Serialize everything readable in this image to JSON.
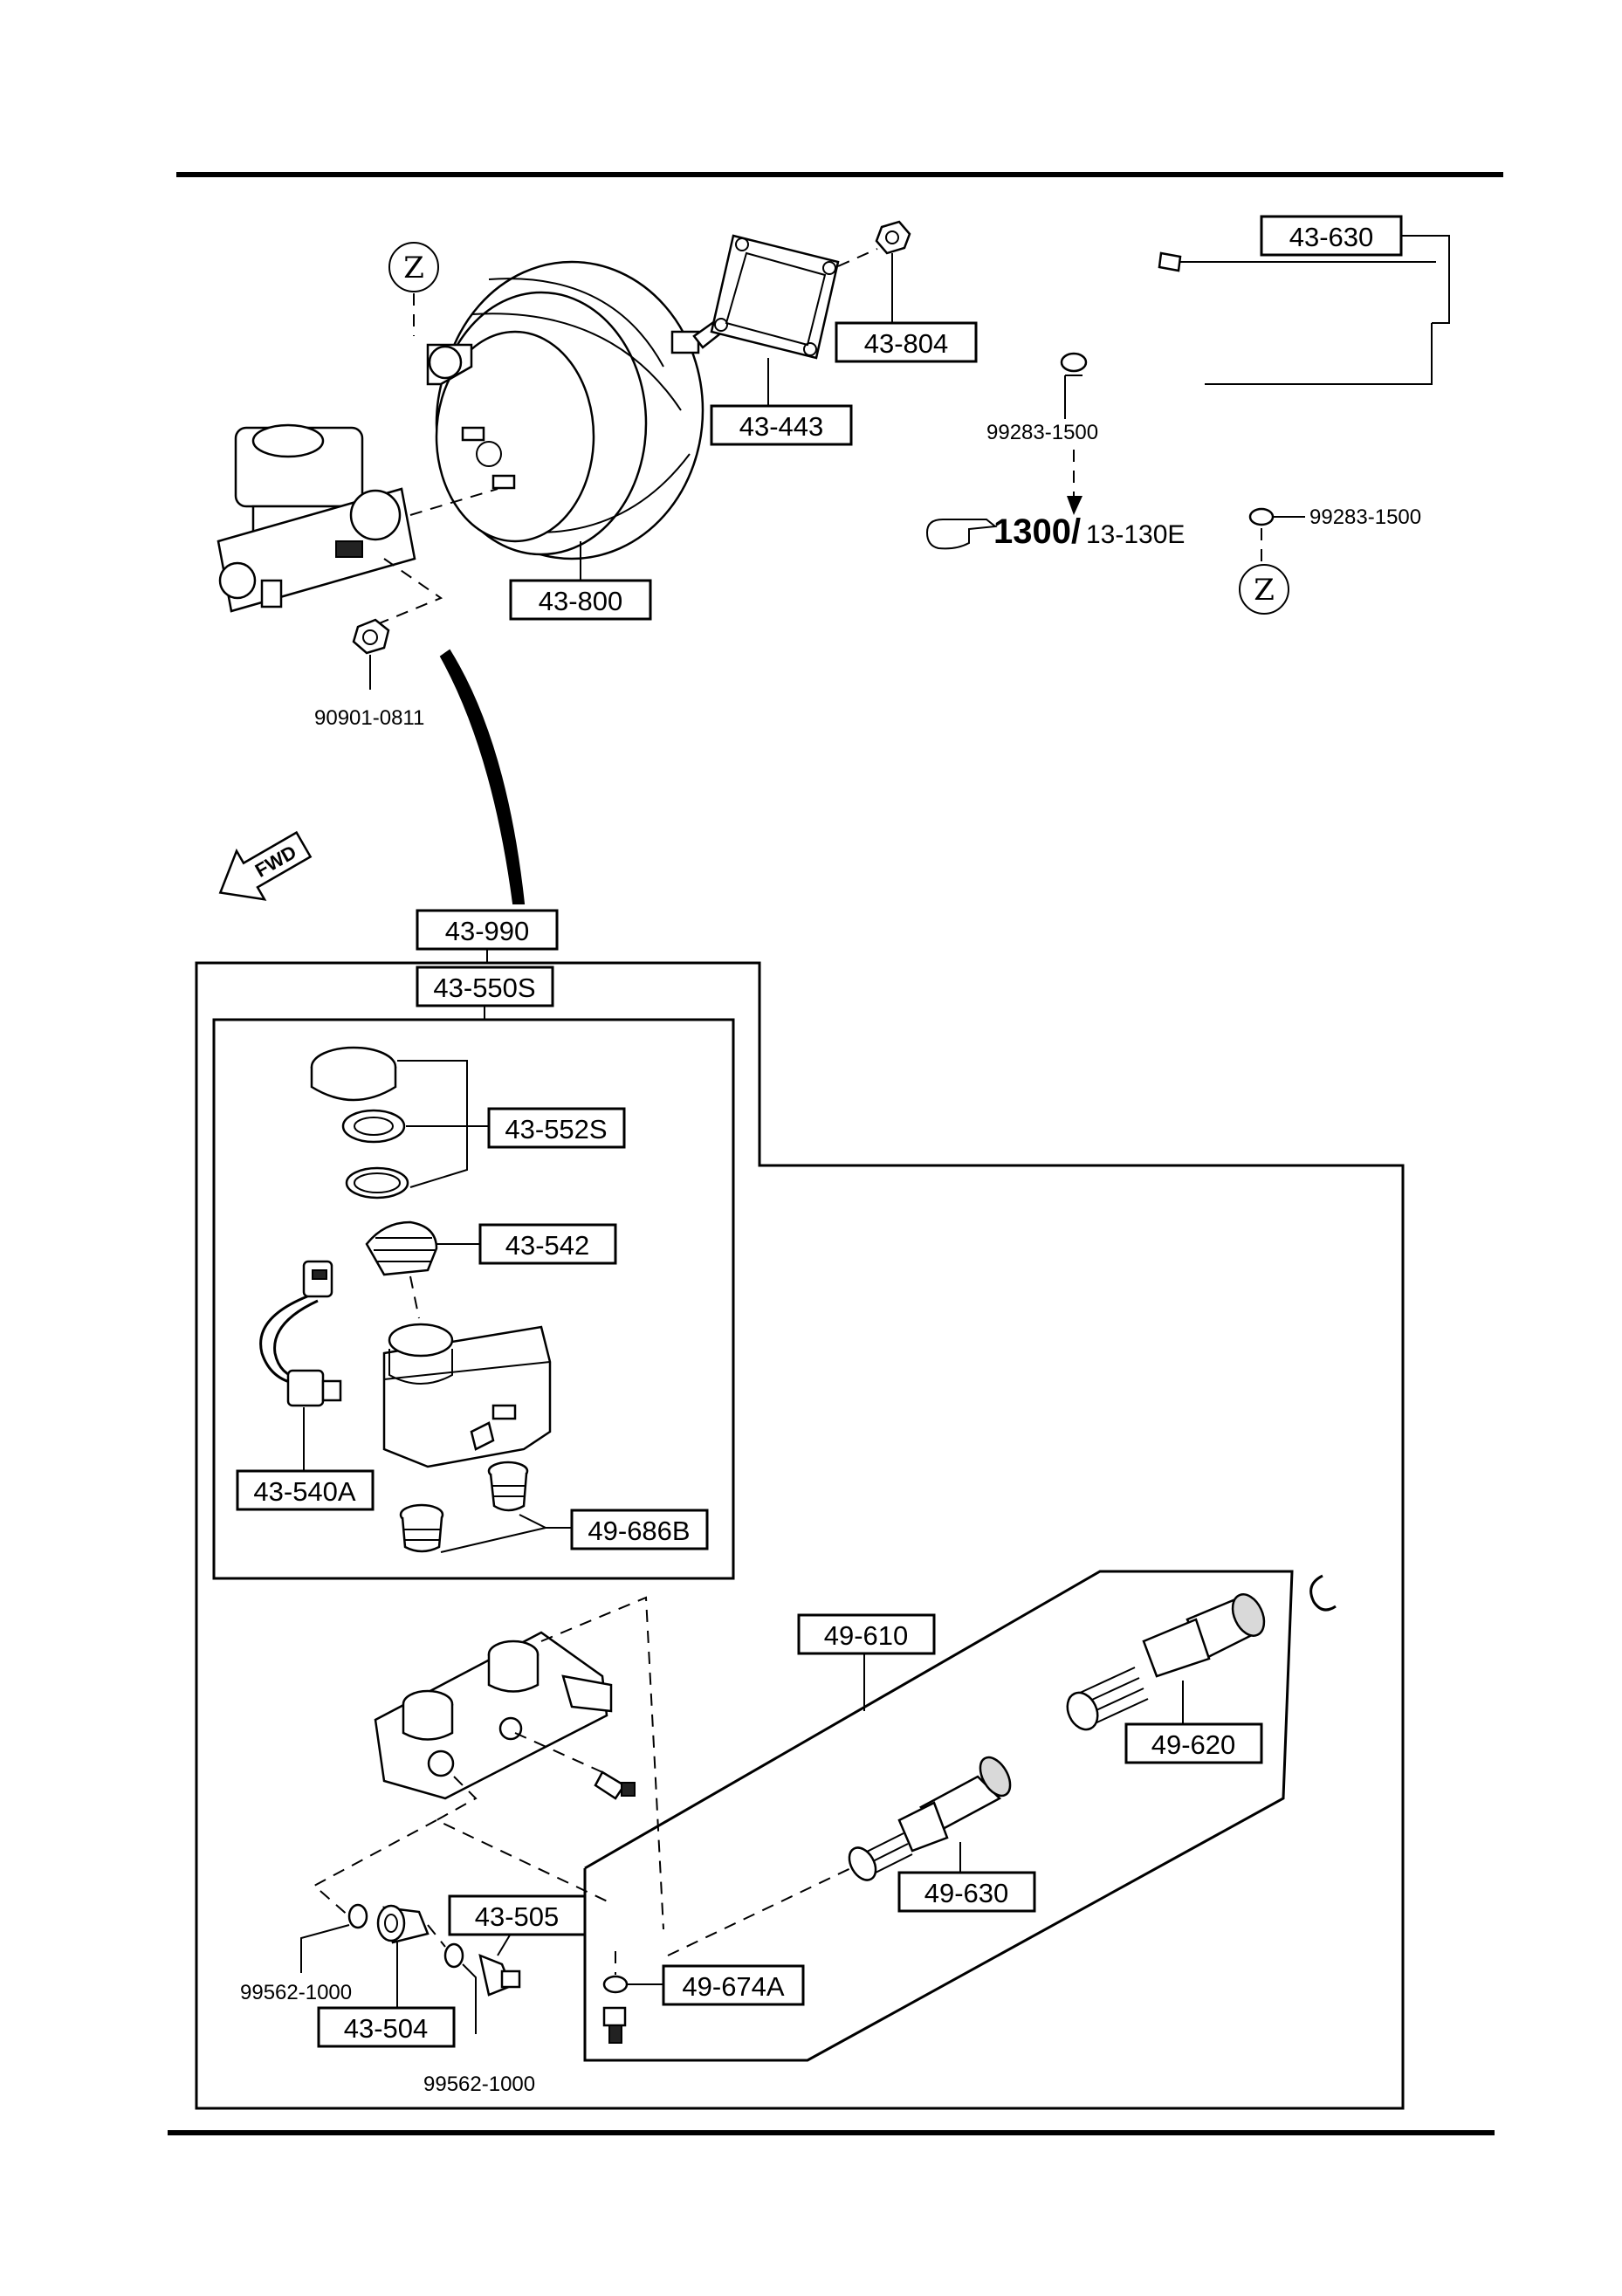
{
  "labels": {
    "l43_630_top": "43-630",
    "l43_804": "43-804",
    "l43_443": "43-443",
    "l43_800": "43-800",
    "l43_990": "43-990",
    "l43_550S": "43-550S",
    "l43_552S": "43-552S",
    "l43_542": "43-542",
    "l43_540A": "43-540A",
    "l49_686B": "49-686B",
    "l49_610": "49-610",
    "l49_620": "49-620",
    "l49_630": "49-630",
    "l43_505": "43-505",
    "l43_504": "43-504",
    "l49_674A": "49-674A"
  },
  "plain_labels": {
    "p99283_a": "99283-1500",
    "p99283_b": "99283-1500",
    "p90901": "90901-0811",
    "p99562_a": "99562-1000",
    "p99562_b": "99562-1000"
  },
  "reference": {
    "bold": "1300/",
    "rest": "13-130E"
  },
  "markers": {
    "z_left": "Z",
    "z_right": "Z"
  },
  "fwd_arrow": "FWD",
  "icons": [
    "pointing-hand-icon",
    "fwd-arrow-icon"
  ]
}
